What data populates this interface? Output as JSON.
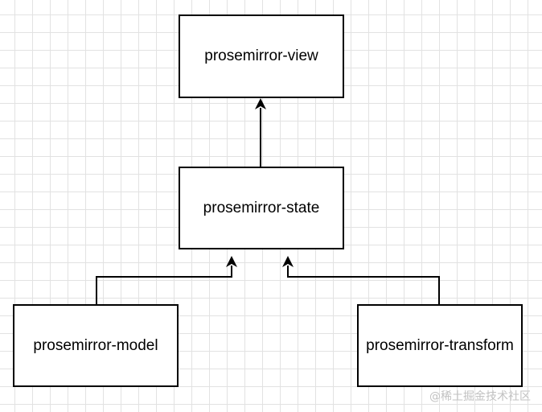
{
  "diagram": {
    "nodes": {
      "view": "prosemirror-view",
      "state": "prosemirror-state",
      "model": "prosemirror-model",
      "transform": "prosemirror-transform"
    },
    "edges": [
      {
        "from": "state",
        "to": "view"
      },
      {
        "from": "model",
        "to": "state"
      },
      {
        "from": "transform",
        "to": "state"
      }
    ],
    "colors": {
      "line": "#000000",
      "grid": "#e2e2e2",
      "watermark": "#c2c2c2"
    }
  },
  "watermark": "@稀土掘金技术社区"
}
